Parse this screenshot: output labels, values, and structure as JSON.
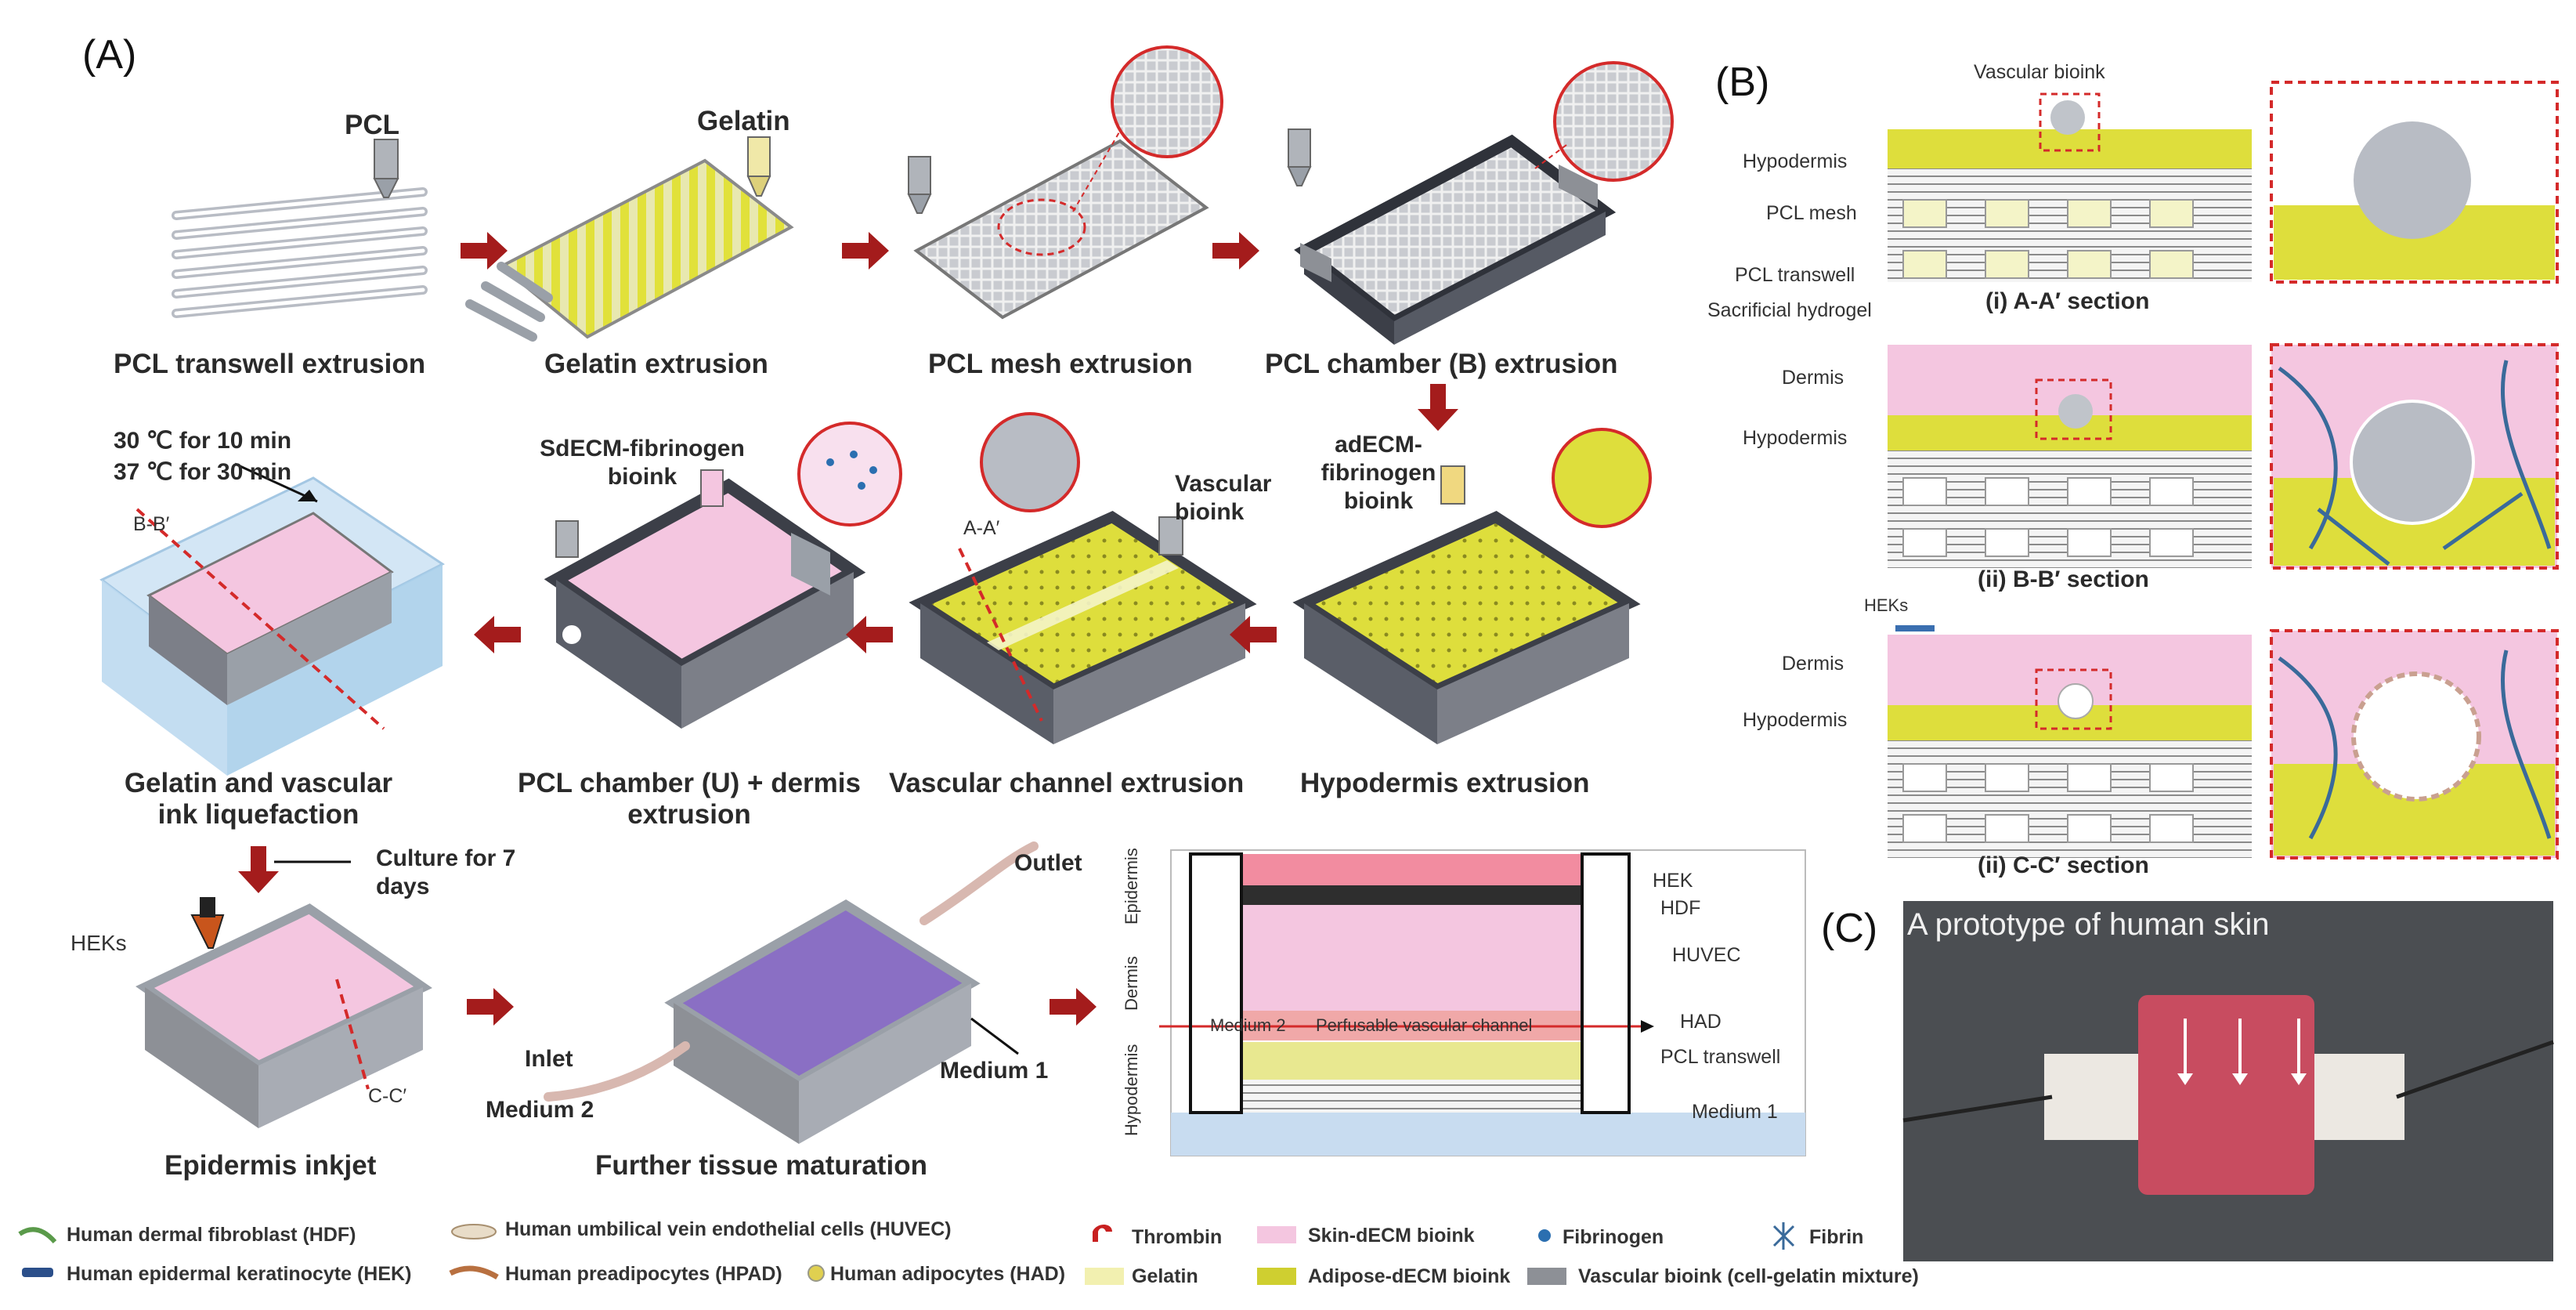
{
  "panels": {
    "a": "(A)",
    "b": "(B)",
    "c": "(C)"
  },
  "steps": {
    "pcl_transwell": "PCL transwell extrusion",
    "gelatin": "Gelatin extrusion",
    "pcl_mesh": "PCL mesh extrusion",
    "pcl_chamber_b": "PCL chamber (B) extrusion",
    "gel_liquefaction": "Gelatin and vascular ink liquefaction",
    "pcl_chamber_u": "PCL chamber (U) + dermis extrusion",
    "vascular_channel": "Vascular channel extrusion",
    "hypodermis_ext": "Hypodermis extrusion",
    "epidermis_inkjet": "Epidermis inkjet",
    "maturation": "Further tissue maturation"
  },
  "labels": {
    "pcl": "PCL",
    "gelatin": "Gelatin",
    "sdecm": "SdECM-fibrinogen bioink",
    "vascular_bioink": "Vascular bioink",
    "adecm": "adECM-fibrinogen bioink",
    "temp1": "30 ℃ for 10 min",
    "temp2": "37 ℃ for 30 min",
    "bb": "B-B′",
    "aa": "A-A′",
    "cc": "C-C′",
    "culture": "Culture for 7 days",
    "heks": "HEKs",
    "outlet": "Outlet",
    "inlet": "Inlet",
    "medium2": "Medium 2",
    "medium1": "Medium 1"
  },
  "cross_section": {
    "epidermis": "Epidermis",
    "dermis": "Dermis",
    "hypodermis": "Hypodermis",
    "hek": "HEK",
    "hdf": "HDF",
    "huvec": "HUVEC",
    "had": "HAD",
    "pcl_transwell": "PCL transwell",
    "medium1": "Medium 1",
    "medium2": "Medium 2",
    "channel": "Perfusable vascular channel"
  },
  "panel_b": {
    "vascular_bioink": "Vascular bioink",
    "hypodermis": "Hypodermis",
    "pcl_mesh": "PCL mesh",
    "pcl_transwell": "PCL transwell",
    "sacrificial": "Sacrificial hydrogel",
    "dermis": "Dermis",
    "heks": "HEKs",
    "sec1": "(i) A-A′ section",
    "sec2": "(ii) B-B′ section",
    "sec3": "(ii) C-C′ section"
  },
  "panel_c": {
    "title": "A prototype of human skin"
  },
  "legend": [
    {
      "text": "Human dermal fibroblast (HDF)",
      "icon": "fibroblast-icon"
    },
    {
      "text": "Human epidermal keratinocyte (HEK)",
      "icon": "keratinocyte-icon"
    },
    {
      "text": "Human umbilical vein endothelial cells (HUVEC)",
      "icon": "endothelial-cell-icon"
    },
    {
      "text": "Human preadipocytes (HPAD)",
      "icon": "preadipocyte-icon"
    },
    {
      "text": "Human adipocytes (HAD)",
      "icon": "adipocyte-icon"
    },
    {
      "text": "Thrombin",
      "icon": "thrombin-icon"
    },
    {
      "text": "Gelatin",
      "icon": "gelatin-swatch"
    },
    {
      "text": "Skin-dECM bioink",
      "icon": "skin-decm-swatch"
    },
    {
      "text": "Adipose-dECM bioink",
      "icon": "adipose-decm-swatch"
    },
    {
      "text": "Fibrinogen",
      "icon": "fibrinogen-icon"
    },
    {
      "text": "Vascular bioink (cell-gelatin mixture)",
      "icon": "vascular-bioink-swatch"
    },
    {
      "text": "Fibrin",
      "icon": "fibrin-icon"
    }
  ],
  "colors": {
    "yellow": "#e3e33a",
    "pink": "#f4c6e0",
    "gray": "#8d9096",
    "dark": "#3c3f48",
    "arrow": "#a41c1c",
    "red_dash": "#d42a2a",
    "blue_line": "#3a6a9a"
  }
}
